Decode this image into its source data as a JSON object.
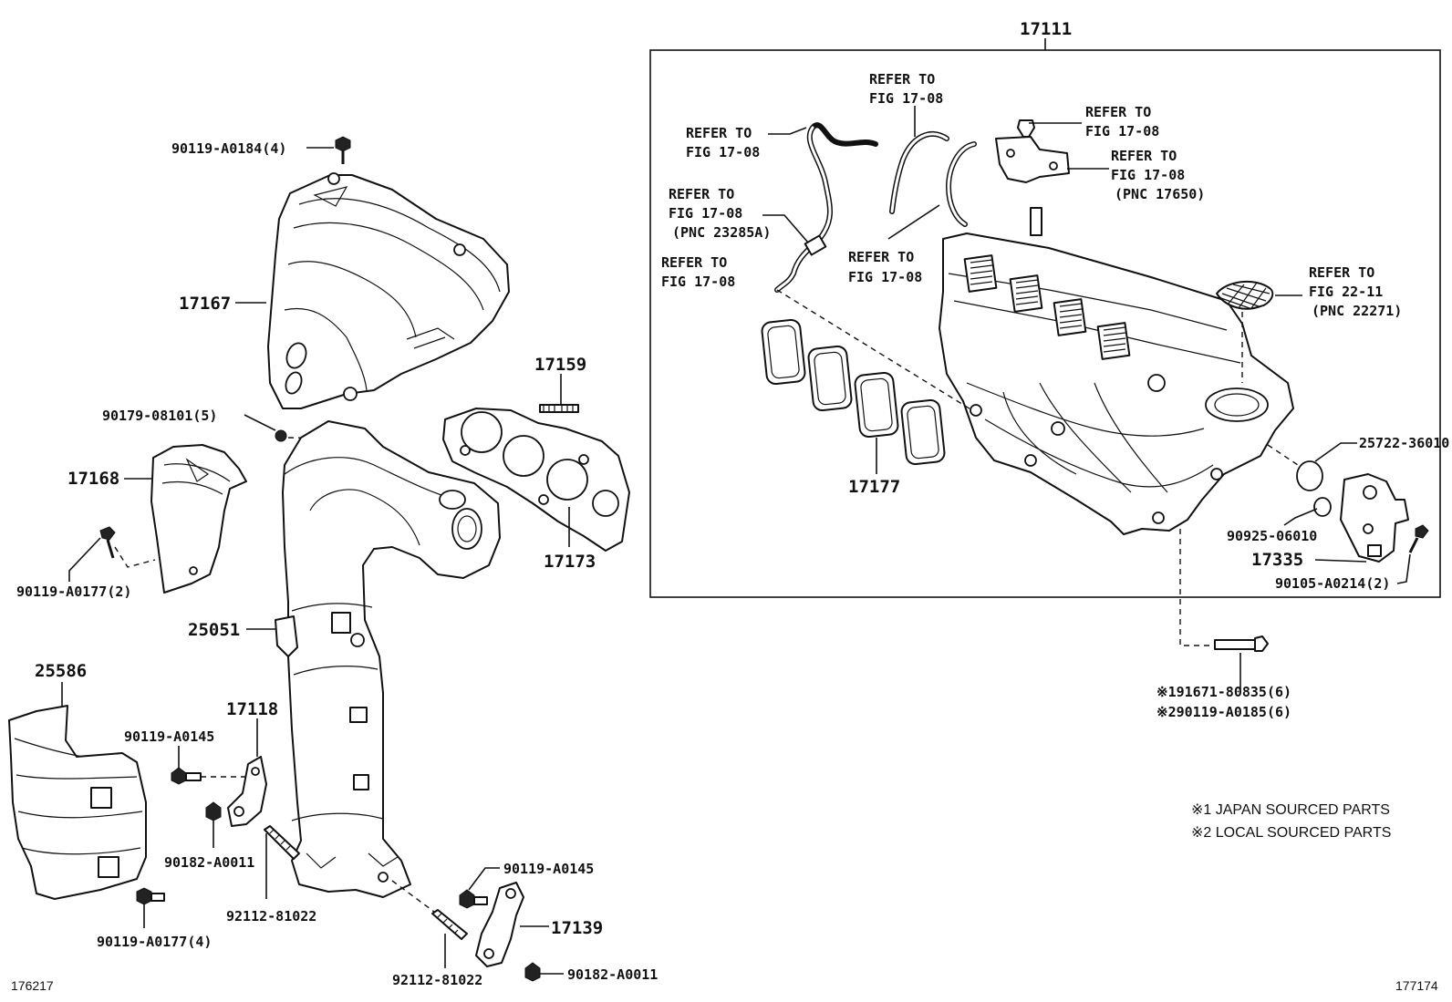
{
  "callouts": {
    "p17111": "17111",
    "p17167": "17167",
    "p90119_a0184": "90119-A0184(4)",
    "p90179_08101": "90179-08101(5)",
    "p17168": "17168",
    "p90119_a0177_2": "90119-A0177(2)",
    "p25051": "25051",
    "p17159": "17159",
    "p17173": "17173",
    "p25586": "25586",
    "p17118": "17118",
    "p90119_a0145_left": "90119-A0145",
    "p90182_a0011_left": "90182-A0011",
    "p92112_81022_left": "92112-81022",
    "p90119_a0177_4": "90119-A0177(4)",
    "p92112_81022_bottom": "92112-81022",
    "p90119_a0145_right": "90119-A0145",
    "p17139": "17139",
    "p90182_a0011_right": "90182-A0011",
    "p17177": "17177",
    "p25722_36010": "25722-36010",
    "p90925_06010": "90925-06010",
    "p17335": "17335",
    "p90105_a0214": "90105-A0214(2)",
    "p91671": "※191671-80835(6)",
    "p90119_a0185": "※290119-A0185(6)"
  },
  "refers": {
    "r1": {
      "line1": "REFER TO",
      "line2": "FIG 17-08"
    },
    "r2": {
      "line1": "REFER TO",
      "line2": "FIG 17-08"
    },
    "r3": {
      "line1": "REFER TO",
      "line2": "FIG 17-08",
      "line3": "(PNC 23285A)"
    },
    "r4": {
      "line1": "REFER TO",
      "line2": "FIG 17-08"
    },
    "r5": {
      "line1": "REFER TO",
      "line2": "FIG 17-08"
    },
    "r6": {
      "line1": "REFER TO",
      "line2": "FIG 17-08"
    },
    "r7": {
      "line1": "REFER TO",
      "line2": "FIG 17-08",
      "line3": "(PNC 17650)"
    },
    "r8": {
      "line1": "REFER TO",
      "line2": "FIG 22-11",
      "line3": "(PNC 22271)"
    }
  },
  "notes": {
    "japan": "※1 JAPAN SOURCED PARTS",
    "local": "※2 LOCAL SOURCED PARTS"
  },
  "figure_ids": {
    "left": "176217",
    "right": "177174"
  }
}
